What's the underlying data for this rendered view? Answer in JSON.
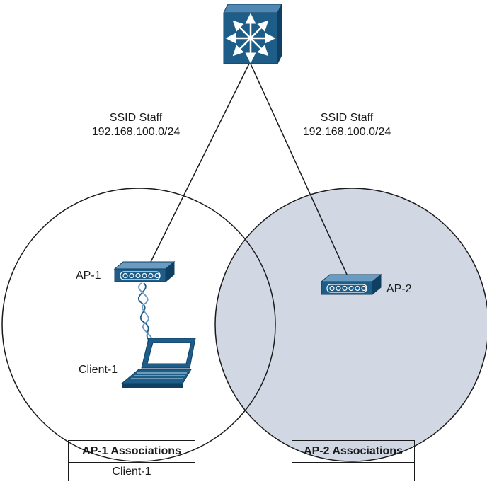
{
  "network": {
    "switch": {
      "icon": "multilayer-switch-icon"
    },
    "cells": [
      {
        "ssid": "SSID Staff",
        "subnet": "192.168.100.0/24",
        "ap": "AP-1",
        "fill": "#ffffff"
      },
      {
        "ssid": "SSID Staff",
        "subnet": "192.168.100.0/24",
        "ap": "AP-2",
        "fill": "#d1d8e3"
      }
    ],
    "client": {
      "label": "Client-1",
      "icon": "laptop-icon",
      "associated_to": "AP-1"
    }
  },
  "tables": [
    {
      "header": "AP-1 Associations",
      "rows": [
        "Client-1"
      ]
    },
    {
      "header": "AP-2 Associations",
      "rows": [
        ""
      ]
    }
  ],
  "colors": {
    "device": "#1e5d88",
    "device_dark": "#0f3f62",
    "line": "#1a1a1a"
  }
}
